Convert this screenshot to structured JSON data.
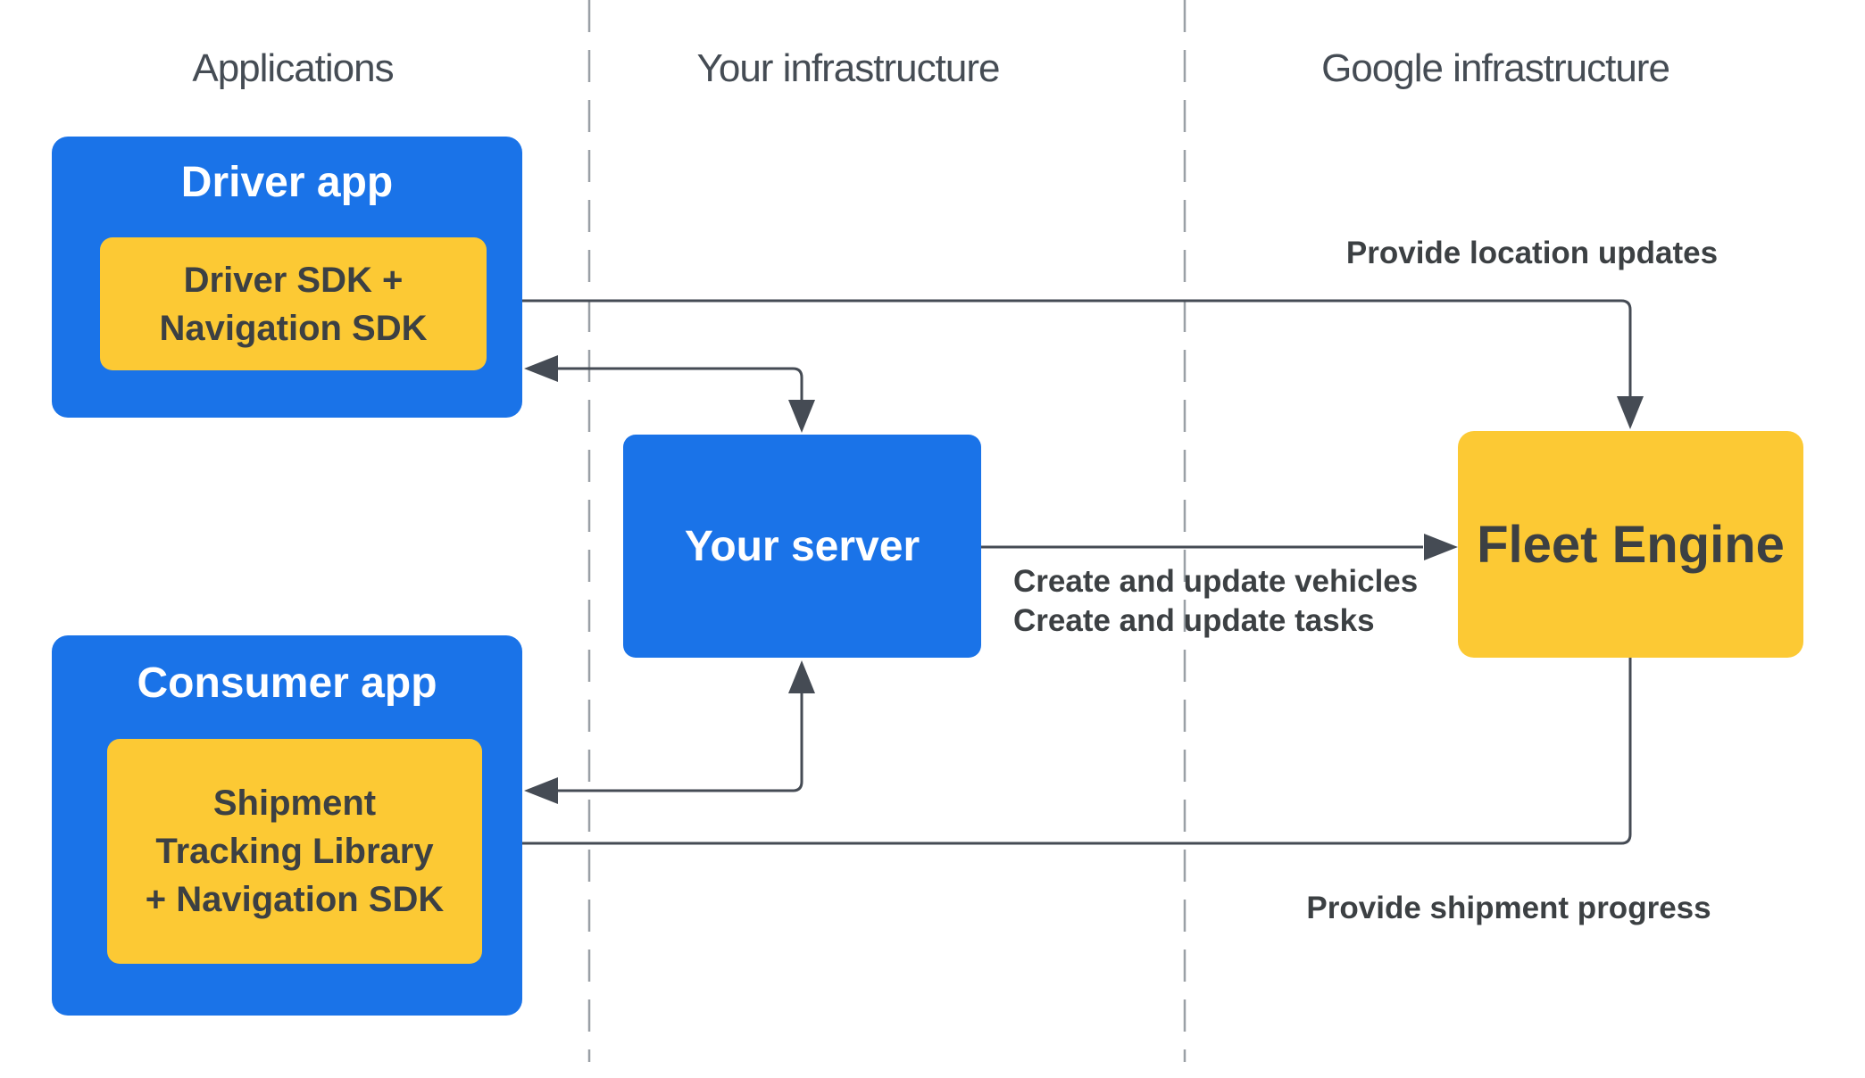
{
  "colors": {
    "blue": "#1a73e8",
    "yellow": "#fcc934",
    "line": "#454b54",
    "dashed": "#9aa0a6",
    "header_text": "#454c54",
    "dark_text": "#3c4043",
    "white": "#ffffff"
  },
  "headers": {
    "applications": "Applications",
    "your_infrastructure": "Your infrastructure",
    "google_infrastructure": "Google infrastructure"
  },
  "nodes": {
    "driver_app": {
      "title": "Driver app",
      "sdk_line1": "Driver SDK +",
      "sdk_line2": "Navigation SDK"
    },
    "your_server": {
      "title": "Your server"
    },
    "fleet_engine": {
      "title": "Fleet Engine"
    },
    "consumer_app": {
      "title": "Consumer app",
      "sdk_line1": "Shipment",
      "sdk_line2": "Tracking Library",
      "sdk_line3": "+ Navigation SDK"
    }
  },
  "edges": {
    "provide_location_updates": {
      "label": "Provide location updates"
    },
    "create_update": {
      "line1": "Create and update vehicles",
      "line2": "Create and update tasks"
    },
    "provide_shipment_progress": {
      "label": "Provide shipment progress"
    }
  }
}
